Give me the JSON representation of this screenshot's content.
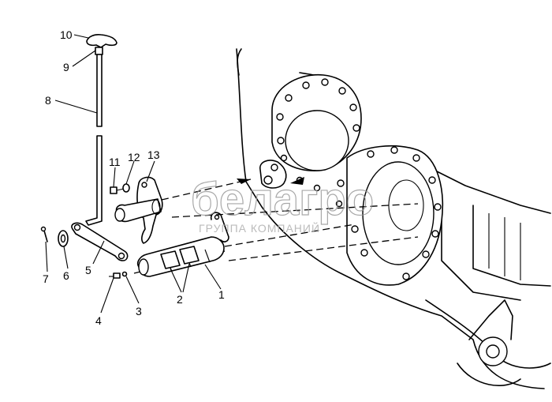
{
  "diagram": {
    "callouts": [
      {
        "id": "1",
        "label": "1"
      },
      {
        "id": "2",
        "label": "2"
      },
      {
        "id": "3",
        "label": "3"
      },
      {
        "id": "4",
        "label": "4"
      },
      {
        "id": "5",
        "label": "5"
      },
      {
        "id": "6",
        "label": "6"
      },
      {
        "id": "7",
        "label": "7"
      },
      {
        "id": "8",
        "label": "8"
      },
      {
        "id": "9",
        "label": "9"
      },
      {
        "id": "10",
        "label": "10"
      },
      {
        "id": "11",
        "label": "11"
      },
      {
        "id": "12",
        "label": "12"
      },
      {
        "id": "13",
        "label": "13"
      }
    ]
  },
  "watermark": {
    "brand": "белагро",
    "tagline": "ГРУППА КОМПАНИЙ",
    "color": "#9a9a9a"
  },
  "colors": {
    "line": "#000000",
    "background": "#ffffff"
  }
}
